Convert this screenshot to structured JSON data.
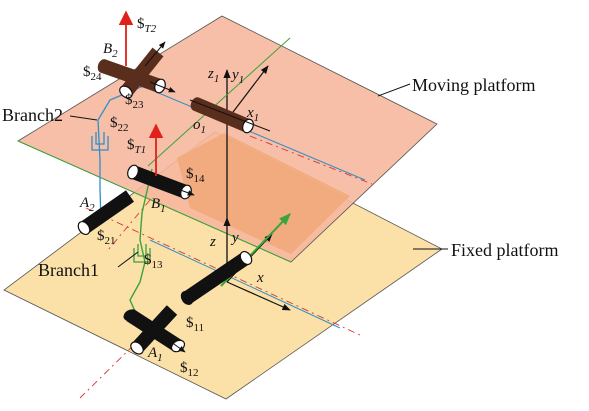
{
  "labels": {
    "moving_platform": "Moving platform",
    "fixed_platform": "Fixed platform",
    "branch1": "Branch1",
    "branch2": "Branch2"
  },
  "points": {
    "A1": {
      "main": "A",
      "sub": "1"
    },
    "A2": {
      "main": "A",
      "sub": "2"
    },
    "B1": {
      "main": "B",
      "sub": "1"
    },
    "B2": {
      "main": "B",
      "sub": "2"
    },
    "o": {
      "main": "o",
      "sub": ""
    },
    "o1": {
      "main": "o",
      "sub": "1"
    }
  },
  "axes": {
    "x": {
      "main": "x",
      "sub": ""
    },
    "y": {
      "main": "y",
      "sub": ""
    },
    "z": {
      "main": "z",
      "sub": ""
    },
    "x1": {
      "main": "x",
      "sub": "1"
    },
    "y1": {
      "main": "y",
      "sub": "1"
    },
    "z1": {
      "main": "z",
      "sub": "1"
    }
  },
  "screws": {
    "S11": {
      "symbol": "$",
      "sub": "11"
    },
    "S12": {
      "symbol": "$",
      "sub": "12"
    },
    "S13": {
      "symbol": "$",
      "sub": "13"
    },
    "S14": {
      "symbol": "$",
      "sub": "14"
    },
    "S21": {
      "symbol": "$",
      "sub": "21"
    },
    "S22": {
      "symbol": "$",
      "sub": "22"
    },
    "S23": {
      "symbol": "$",
      "sub": "23"
    },
    "S24": {
      "symbol": "$",
      "sub": "24"
    },
    "ST1": {
      "symbol": "$",
      "sub": "T1"
    },
    "ST2": {
      "symbol": "$",
      "sub": "T2"
    }
  },
  "colors": {
    "fixed_platform_fill": "#fbe0a8",
    "moving_platform_fill": "#f6b89e",
    "overlap_fill": "#f0a878",
    "axis_line": "#2f8fc8",
    "branch1_chain": "#3aa33a",
    "branch2_chain": "#2f8fc8",
    "red_arrow": "#e0201a",
    "joint_dark": "#111111",
    "joint_brown": "#5a2e1c"
  }
}
